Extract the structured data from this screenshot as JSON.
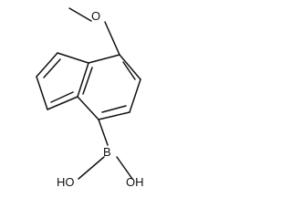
{
  "molecule": {
    "atoms": {
      "oxygen": "O",
      "boron": "B",
      "hydroxyl_left": "HO",
      "hydroxyl_right": "OH"
    }
  }
}
